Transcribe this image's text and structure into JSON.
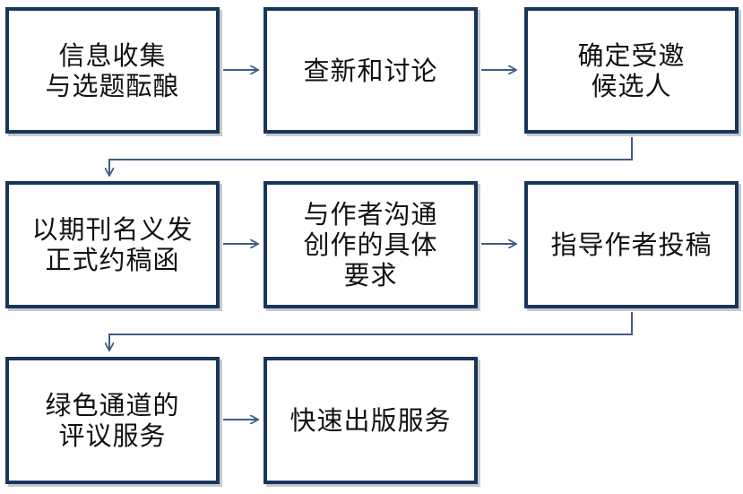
{
  "colors": {
    "box_border": "#16365C",
    "arrow": "#3E5D8A"
  },
  "flow": {
    "row1": [
      {
        "text": "信息收集\n与选题酝酿"
      },
      {
        "text": "查新和讨论"
      },
      {
        "text": "确定受邀\n候选人"
      }
    ],
    "row2": [
      {
        "text": "以期刊名义发\n正式约稿函"
      },
      {
        "text": "与作者沟通\n创作的具体\n要求"
      },
      {
        "text": "指导作者投稿"
      }
    ],
    "row3": [
      {
        "text": "绿色通道的\n评议服务"
      },
      {
        "text": "快速出版服务"
      }
    ]
  }
}
